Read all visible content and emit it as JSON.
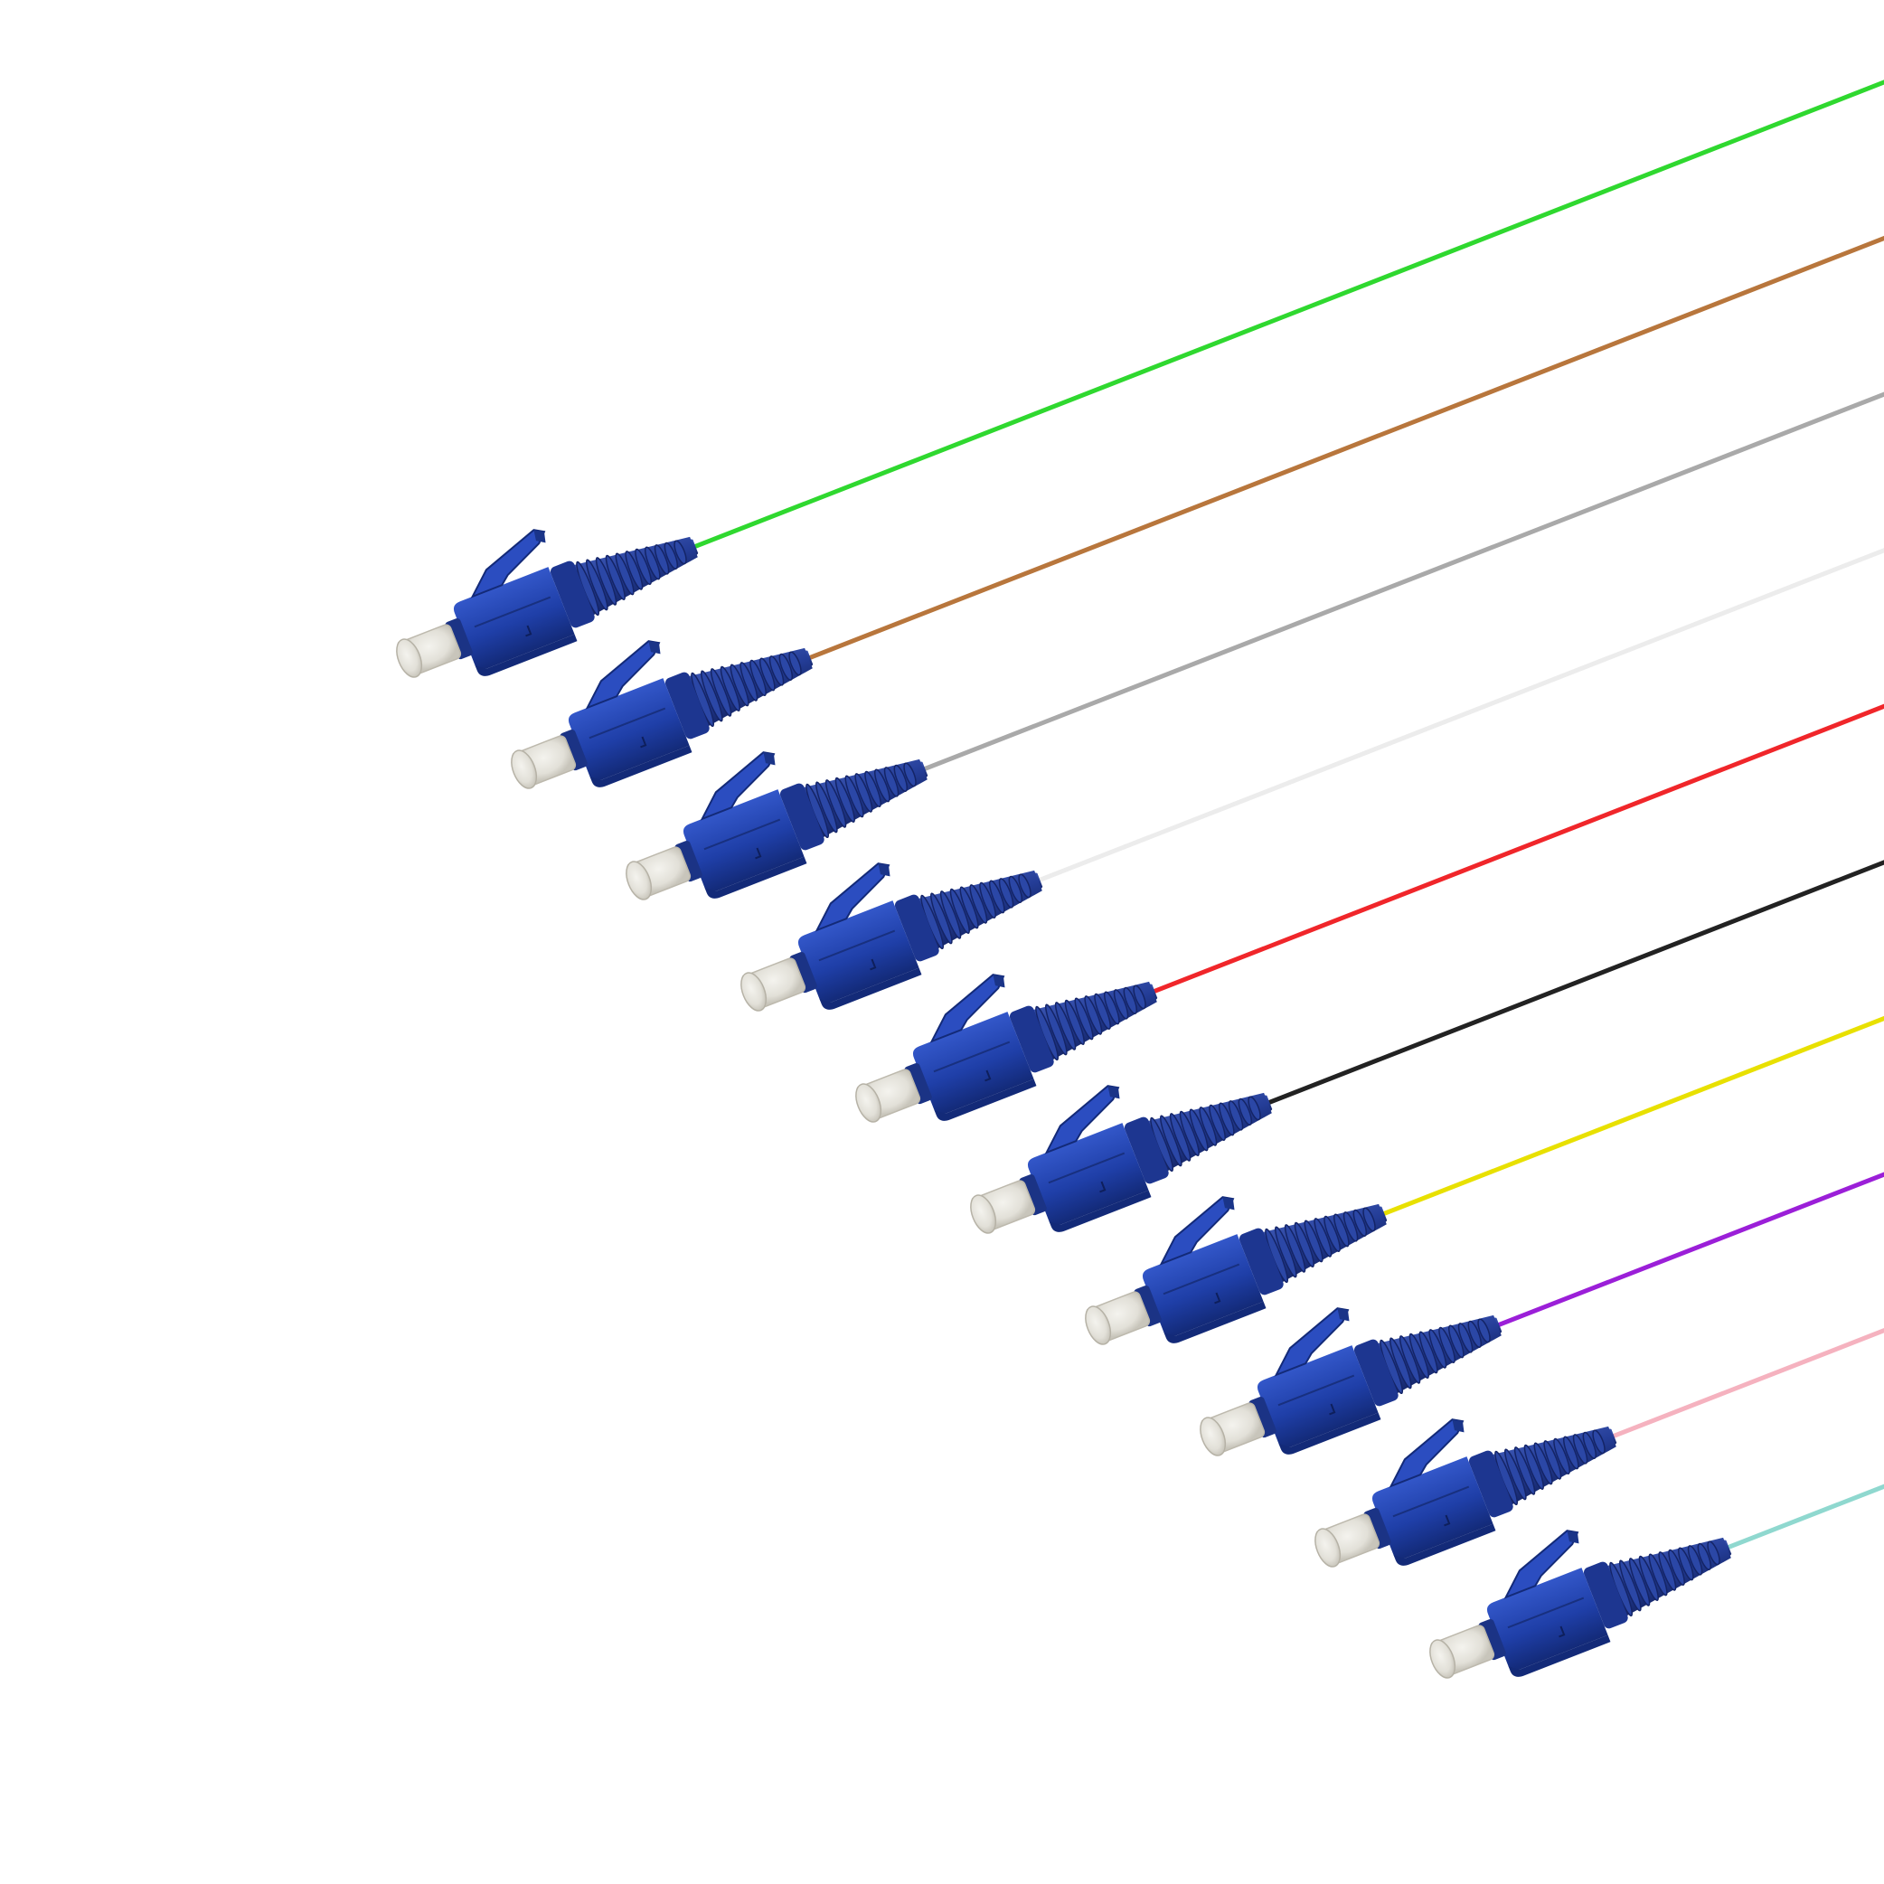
{
  "image": {
    "background": "#ffffff",
    "connector_color": "#1f3fa8",
    "connector_dark": "#132a78",
    "boot_color": "#243d97",
    "ferrule_color": "#e4e2db"
  },
  "pigtails": [
    {
      "name": "green",
      "fiber_color": "#2fd82f"
    },
    {
      "name": "brown",
      "fiber_color": "#b8763c"
    },
    {
      "name": "gray",
      "fiber_color": "#a9a9a9"
    },
    {
      "name": "white",
      "fiber_color": "#ececec"
    },
    {
      "name": "red",
      "fiber_color": "#f0262a"
    },
    {
      "name": "black",
      "fiber_color": "#222222"
    },
    {
      "name": "yellow",
      "fiber_color": "#e8e000"
    },
    {
      "name": "violet",
      "fiber_color": "#9b1fd8"
    },
    {
      "name": "pink",
      "fiber_color": "#f5b2bf"
    },
    {
      "name": "aqua",
      "fiber_color": "#8fd8cf"
    }
  ]
}
